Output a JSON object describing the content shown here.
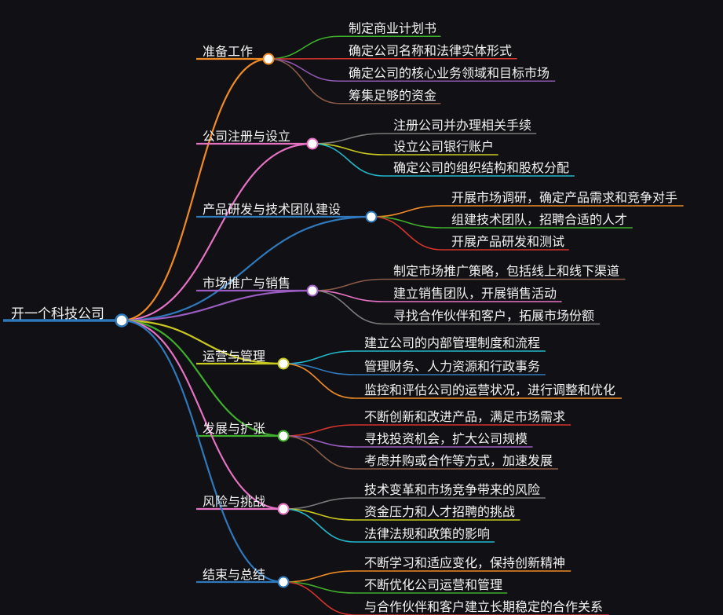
{
  "root": {
    "label": "开一个科技公司"
  },
  "branches": [
    {
      "label": "准备工作",
      "color": "#f08a24",
      "children": [
        {
          "label": "制定商业计划书",
          "color": "#3fae2c"
        },
        {
          "label": "确定公司名称和法律实体形式",
          "color": "#d0342c"
        },
        {
          "label": "确定公司的核心业务领域和目标市场",
          "color": "#8e58b0"
        },
        {
          "label": "筹集足够的资金",
          "color": "#8a5a48"
        }
      ]
    },
    {
      "label": "公司注册与设立",
      "color": "#e672c4",
      "children": [
        {
          "label": "注册公司并办理相关手续",
          "color": "#7a7a7a"
        },
        {
          "label": "设立公司银行账户",
          "color": "#c8c820"
        },
        {
          "label": "确定公司的组织结构和股权分配",
          "color": "#22b7c9"
        }
      ]
    },
    {
      "label": "产品研发与技术团队建设",
      "color": "#2f78bb",
      "children": [
        {
          "label": "开展市场调研，确定产品需求和竞争对手",
          "color": "#f08a24"
        },
        {
          "label": "组建技术团队，招聘合适的人才",
          "color": "#3fae2c"
        },
        {
          "label": "开展产品研发和测试",
          "color": "#d0342c"
        }
      ]
    },
    {
      "label": "市场推广与销售",
      "color": "#9a5cc0",
      "children": [
        {
          "label": "制定市场推广策略，包括线上和线下渠道",
          "color": "#8a5a48"
        },
        {
          "label": "建立销售团队，开展销售活动",
          "color": "#e672c4"
        },
        {
          "label": "寻找合作伙伴和客户，拓展市场份额",
          "color": "#7a7a7a"
        }
      ]
    },
    {
      "label": "运营与管理",
      "color": "#c8c820",
      "children": [
        {
          "label": "建立公司的内部管理制度和流程",
          "color": "#22b7c9"
        },
        {
          "label": "管理财务、人力资源和行政事务",
          "color": "#2f78bb"
        },
        {
          "label": "监控和评估公司的运营状况，进行调整和优化",
          "color": "#f08a24"
        }
      ]
    },
    {
      "label": "发展与扩张",
      "color": "#3fae2c",
      "children": [
        {
          "label": "不断创新和改进产品，满足市场需求",
          "color": "#d0342c"
        },
        {
          "label": "寻找投资机会，扩大公司规模",
          "color": "#9a5cc0"
        },
        {
          "label": "考虑并购或合作等方式，加速发展",
          "color": "#8a5a48"
        }
      ]
    },
    {
      "label": "风险与挑战",
      "color": "#e672c4",
      "children": [
        {
          "label": "技术变革和市场竞争带来的风险",
          "color": "#7a7a7a"
        },
        {
          "label": "资金压力和人才招聘的挑战",
          "color": "#c8c820"
        },
        {
          "label": "法律法规和政策的影响",
          "color": "#22b7c9"
        }
      ]
    },
    {
      "label": "结束与总结",
      "color": "#2f78bb",
      "children": [
        {
          "label": "不断学习和适应变化，保持创新精神",
          "color": "#f08a24"
        },
        {
          "label": "不断优化公司运营和管理",
          "color": "#3fae2c"
        },
        {
          "label": "与合作伙伴和客户建立长期稳定的合作关系",
          "color": "#d0342c"
        }
      ]
    }
  ]
}
